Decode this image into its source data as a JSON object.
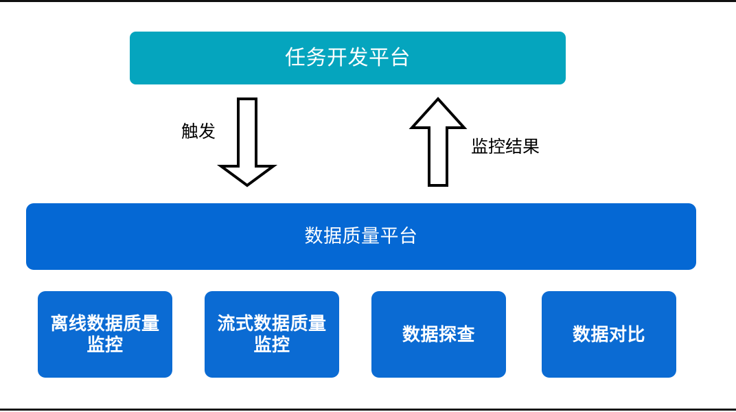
{
  "diagram": {
    "title_top": "任务开发平台",
    "title_middle": "数据质量平台",
    "modules": [
      {
        "line1": "离线数据质量",
        "line2": "监控"
      },
      {
        "line1": "流式数据质量",
        "line2": "监控"
      },
      {
        "line1": "数据探查",
        "line2": ""
      },
      {
        "line1": "数据对比",
        "line2": ""
      }
    ],
    "flows": [
      {
        "label": "触发",
        "direction": "down"
      },
      {
        "label": "监控结果",
        "direction": "up"
      }
    ],
    "colors": {
      "top_box": "#05A5BE",
      "platform_bar": "#0568D4",
      "module_box": "#0B6BD3",
      "arrow_stroke": "#000000",
      "arrow_fill": "#FFFFFF",
      "text_on_fill": "#FFFFFF",
      "label_text": "#000000",
      "background": "#FFFFFF",
      "edge_rule": "#111111"
    }
  }
}
